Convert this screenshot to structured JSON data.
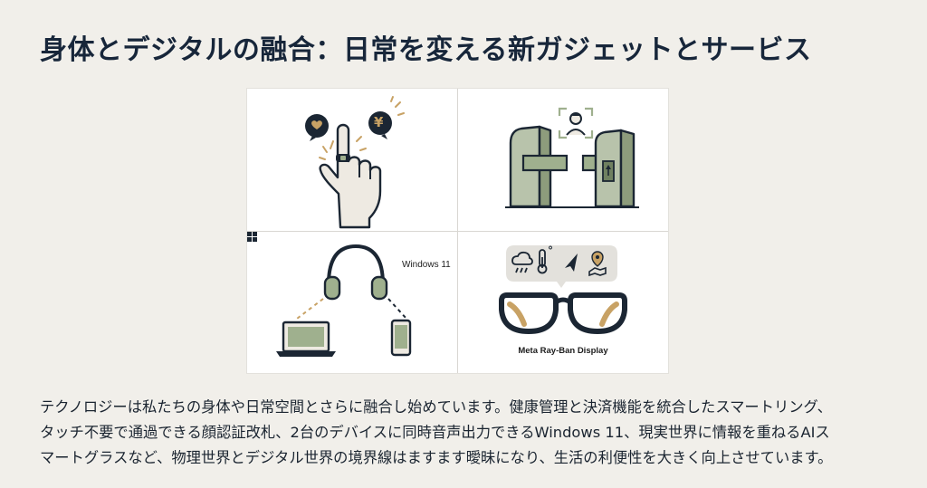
{
  "title": "身体とデジタルの融合：日常を変える新ガジェットとサービス",
  "illustrations": {
    "smart_ring": {
      "icons": [
        "heart-icon",
        "yen-icon",
        "hand-icon",
        "ring-icon"
      ],
      "yen_glyph": "¥"
    },
    "face_gate": {
      "icons": [
        "face-scan-icon",
        "ticket-gate-icon"
      ]
    },
    "headphones": {
      "label": "Windows 11",
      "icons": [
        "headphones-icon",
        "laptop-icon",
        "smartphone-icon",
        "windows-logo-icon"
      ]
    },
    "smart_glasses": {
      "label": "Meta Ray-Ban Display",
      "icons": [
        "rain-cloud-icon",
        "thermometer-icon",
        "navigation-arrow-icon",
        "map-pin-icon",
        "glasses-icon"
      ],
      "temp_unit": "°"
    }
  },
  "paragraph_lines": [
    "テクノロジーは私たちの身体や日常空間とさらに融合し始めています。健康管理と決済機能を統合したスマートリング、",
    "タッチ不要で通過できる顔認証改札、2台のデバイスに同時音声出力できるWindows 11、現実世界に情報を重ねるAIス",
    "マートグラスなど、物理世界とデジタル世界の境界線はますます曖昧になり、生活の利便性を大きく向上させています。"
  ],
  "colors": {
    "background": "#f1efea",
    "title": "#17263a",
    "accent_gold": "#c8a265",
    "accent_sage": "#9fb08e",
    "ink": "#1b2633"
  }
}
